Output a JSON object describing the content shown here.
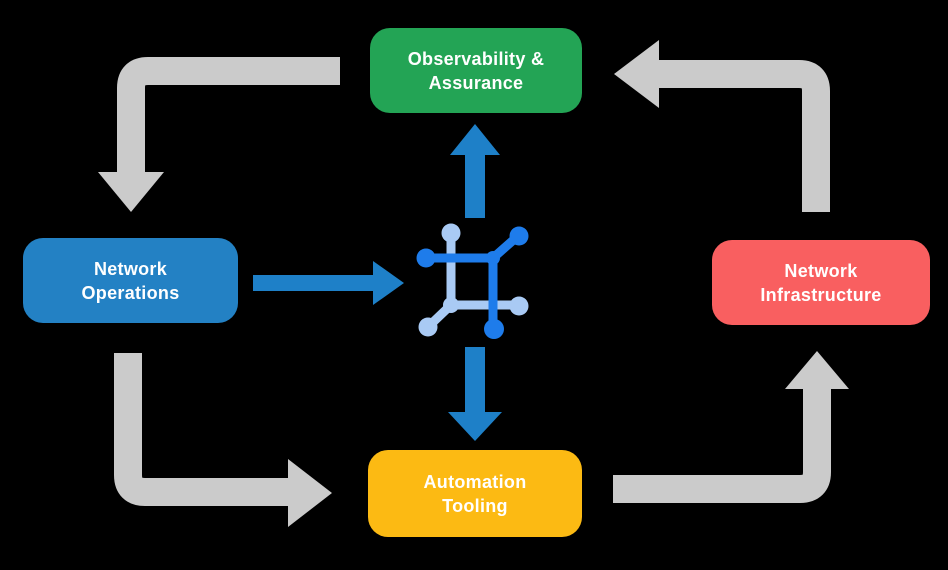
{
  "canvas": {
    "background": "#000000"
  },
  "node_text_color": "#FFFFFF",
  "nodes": [
    {
      "id": "observability-assurance",
      "label": "Observability &\nAssurance",
      "color": "#23A455"
    },
    {
      "id": "network-operations",
      "label": "Network\nOperations",
      "color": "#2381C4"
    },
    {
      "id": "network-infrastructure",
      "label": "Network\nInfrastructure",
      "color": "#F95F60"
    },
    {
      "id": "automation-tooling",
      "label": "Automation\nTooling",
      "color": "#FCBA13"
    }
  ],
  "arrows": {
    "gray_color": "#CBCBCB",
    "blue_color": "#1E80C8",
    "flows": [
      {
        "name": "observability-to-operations",
        "style": "gray-elbow"
      },
      {
        "name": "infrastructure-to-observability",
        "style": "gray-elbow"
      },
      {
        "name": "operations-to-automation",
        "style": "gray-elbow"
      },
      {
        "name": "automation-to-infrastructure",
        "style": "gray-elbow"
      },
      {
        "name": "operations-to-center",
        "style": "blue-straight"
      },
      {
        "name": "center-to-observability",
        "style": "blue-straight"
      },
      {
        "name": "center-to-automation",
        "style": "blue-straight"
      }
    ]
  },
  "icon": {
    "name": "network-mesh-icon",
    "dark_color": "#1E7CEB",
    "light_color": "#A9CAF4"
  }
}
